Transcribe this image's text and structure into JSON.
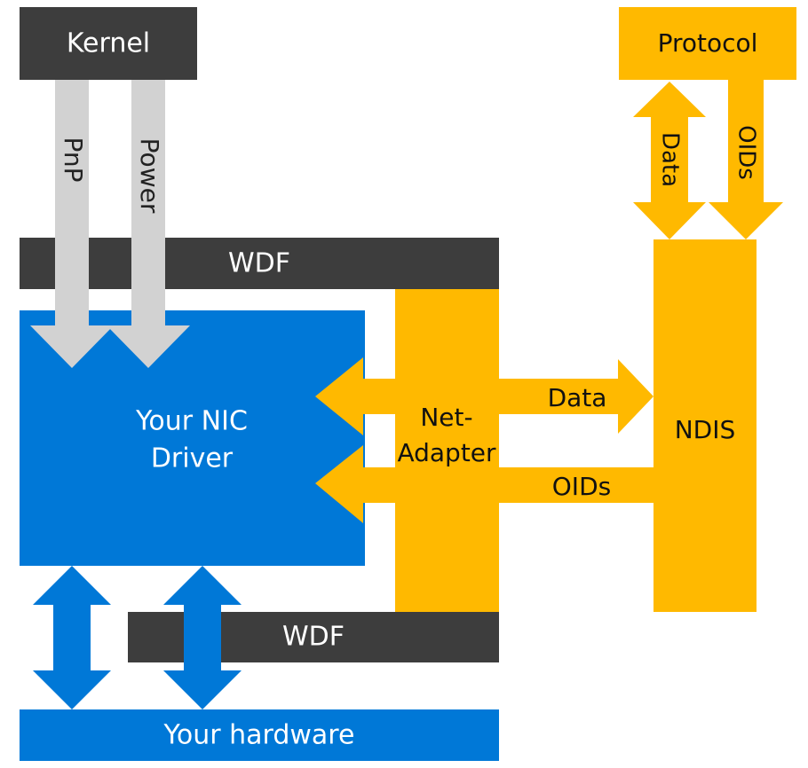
{
  "colors": {
    "dark": "#3d3d3d",
    "blue": "#0078d7",
    "yellow": "#ffb900",
    "gray": "#d2d2d2",
    "white": "#ffffff",
    "black": "#111111"
  },
  "labels": {
    "kernel": "Kernel",
    "pnp": "PnP",
    "power": "Power",
    "wdf_top": "WDF",
    "wdf_bottom": "WDF",
    "nic_driver_line1": "Your NIC",
    "nic_driver_line2": "Driver",
    "netadapter_line1": "Net-",
    "netadapter_line2": "Adapter",
    "data_right": "Data",
    "oids_right": "OIDs",
    "ndis": "NDIS",
    "protocol": "Protocol",
    "data_vertical": "Data",
    "oids_vertical": "OIDs",
    "hardware": "Your hardware"
  }
}
